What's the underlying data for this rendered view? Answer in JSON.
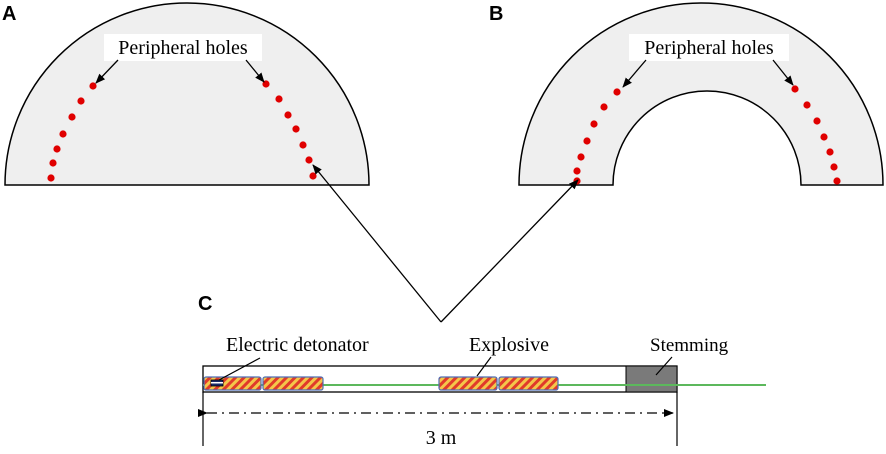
{
  "panels": {
    "a": {
      "letter": "A",
      "label": "Peripheral holes"
    },
    "b": {
      "letter": "B",
      "label": "Peripheral holes"
    },
    "c": {
      "letter": "C",
      "detonator_label": "Electric detonator",
      "explosive_label": "Explosive",
      "stemming_label": "Stemming",
      "length_label": "3 m"
    }
  },
  "colors": {
    "tunnel_fill": "#efefef",
    "outline": "#000000",
    "hole": "#e00000",
    "fuse": "#5cb85c",
    "stemming": "#7a7a7a",
    "charge_stripe_a": "#e03a2a",
    "charge_stripe_b": "#f4c64a",
    "charge_border": "#4f6fb8"
  }
}
